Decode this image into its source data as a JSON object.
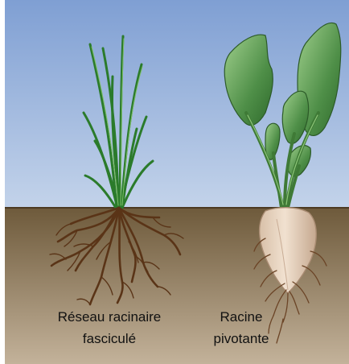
{
  "colors": {
    "sky_top": "#7f9fd3",
    "sky_bottom": "#c3d3ea",
    "soil_top": "#6e5a3b",
    "soil_bottom": "#c3b29a",
    "grass": "#2f8a2f",
    "grass_dark": "#1e5e1e",
    "leaf": "#4f8f48",
    "leaf_light": "#8fc27f",
    "root": "#5a3417",
    "taproot": "#e7d3c0",
    "taproot_shade": "#c9ad96"
  },
  "labels": {
    "fibrous_line1": "Réseau racinaire",
    "fibrous_line2": "fasciculé",
    "taproot_line1": "Racine",
    "taproot_line2": "pivotante"
  }
}
